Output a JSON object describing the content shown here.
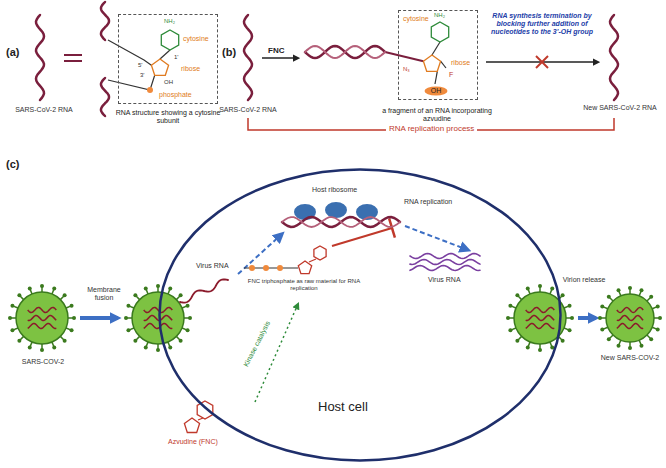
{
  "diagram": {
    "nodes": [
      {
        "text": [
          "cytosine",
          "ribose",
          "phosphate",
          "RNA structure showing a cytosine subunit"
        ]
      },
      {
        "text": [
          "cytosine",
          "ribose",
          "F",
          "a fragment of an RNA incorporating azvudine"
        ]
      },
      {
        "text": [
          "OH"
        ],
        "in": 1
      },
      {
        "text": [
          "Host cell"
        ]
      }
    ],
    "labels": [
      "(a)",
      "SARS-CoV-2 RNA",
      "NH₂",
      "5'",
      "3'",
      "1'",
      "OH",
      "(b)",
      "FNC",
      "SARS-CoV-2 RNA",
      "NH₂",
      "N₃",
      "RNA synthesis termination by blocking further addition of nucleotides to the 3'-OH group",
      "New SARS-CoV-2 RNA",
      "RNA replication process",
      "(c)",
      "SARS-COV-2",
      "Membrane fusion",
      "Virus RNA",
      "Host ribosome",
      "RNA replication",
      "Virus RNA",
      "FNC triphosphate as raw material for RNA replication",
      "Kinase catalysis",
      "Azvudine (FNC)",
      "Virion release",
      "New SARS-COV-2"
    ]
  }
}
